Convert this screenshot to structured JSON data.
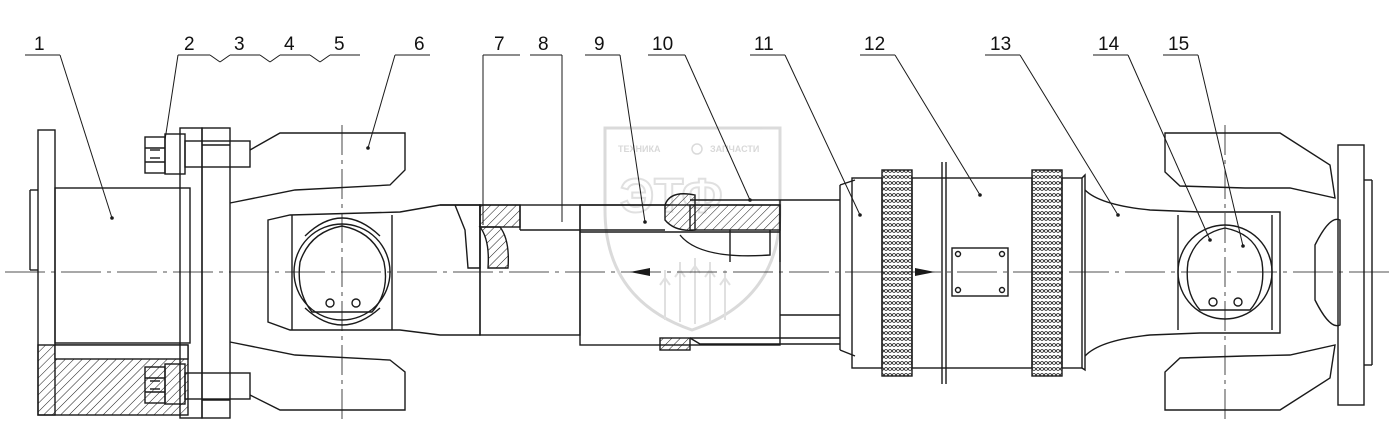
{
  "callouts": [
    {
      "id": "1",
      "label": "1"
    },
    {
      "id": "2",
      "label": "2"
    },
    {
      "id": "3",
      "label": "3"
    },
    {
      "id": "4",
      "label": "4"
    },
    {
      "id": "5",
      "label": "5"
    },
    {
      "id": "6",
      "label": "6"
    },
    {
      "id": "7",
      "label": "7"
    },
    {
      "id": "8",
      "label": "8"
    },
    {
      "id": "9",
      "label": "9"
    },
    {
      "id": "10",
      "label": "10"
    },
    {
      "id": "11",
      "label": "11"
    },
    {
      "id": "12",
      "label": "12"
    },
    {
      "id": "13",
      "label": "13"
    },
    {
      "id": "14",
      "label": "14"
    },
    {
      "id": "15",
      "label": "15"
    }
  ],
  "watermark": {
    "left_text": "ТЕХНИКА",
    "right_text": "ЗАПЧАСТИ",
    "logo_text": "ЭТФ",
    "color": "#c0c0c0"
  },
  "colors": {
    "line": "#1a1a1a",
    "background": "#ffffff"
  }
}
